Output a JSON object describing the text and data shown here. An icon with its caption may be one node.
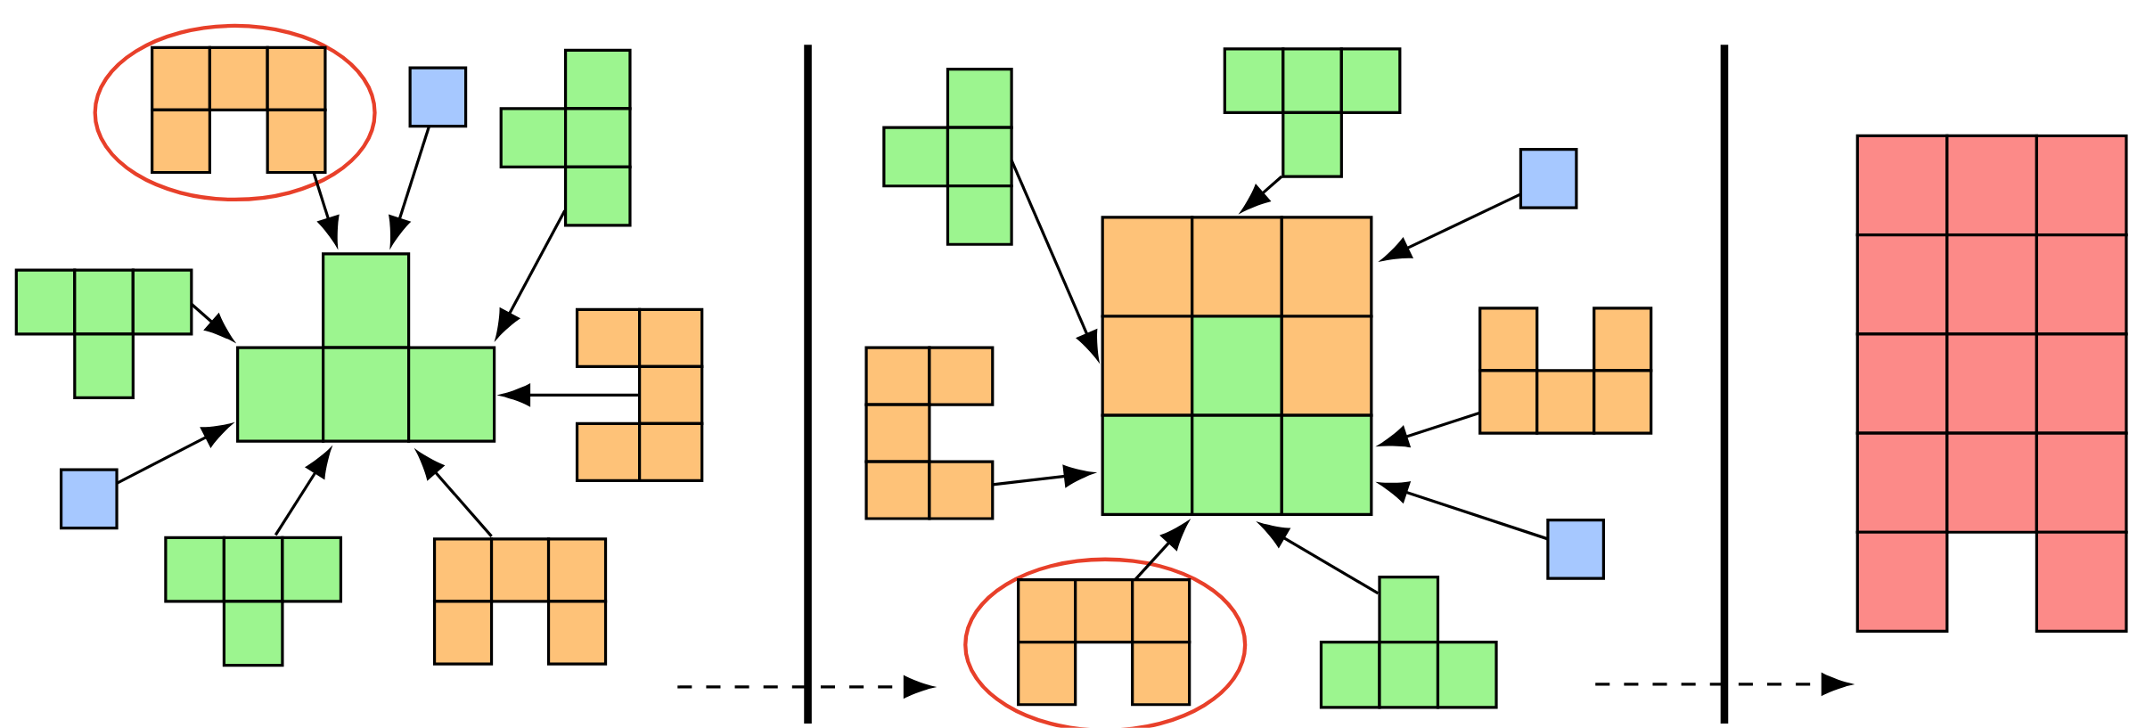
{
  "diagram": {
    "nodes": [
      {
        "text": [],
        "shape": "box"
      },
      {
        "text": [],
        "shape": "box"
      },
      {
        "text": [],
        "shape": "box"
      },
      {
        "text": [],
        "shape": "box"
      },
      {
        "text": [],
        "shape": "box"
      },
      {
        "text": [],
        "shape": "box"
      },
      {
        "text": [],
        "shape": "box"
      },
      {
        "text": [],
        "shape": "box"
      },
      {
        "text": [],
        "shape": "box"
      },
      {
        "text": [],
        "shape": "box"
      },
      {
        "text": [],
        "shape": "box"
      },
      {
        "text": [],
        "shape": "box"
      },
      {
        "text": [],
        "shape": "box"
      },
      {
        "text": [],
        "shape": "box"
      },
      {
        "text": [],
        "shape": "box"
      },
      {
        "text": [],
        "shape": "box"
      },
      {
        "text": [],
        "shape": "box"
      },
      {
        "text": [],
        "shape": "box"
      },
      {
        "text": [],
        "shape": "box"
      }
    ],
    "edges": [
      {
        "from": 1,
        "to": 0,
        "arrow": "to"
      },
      {
        "from": 2,
        "to": 0,
        "arrow": "to"
      },
      {
        "from": 3,
        "to": 0,
        "arrow": "to"
      },
      {
        "from": 4,
        "to": 0,
        "arrow": "to"
      },
      {
        "from": 5,
        "to": 0,
        "arrow": "to"
      },
      {
        "from": 6,
        "to": 0,
        "arrow": "to"
      },
      {
        "from": 7,
        "to": 0,
        "arrow": "to"
      },
      {
        "from": 8,
        "to": 0,
        "arrow": "to"
      },
      {
        "from": 9,
        "to": 12,
        "arrow": "to"
      },
      {
        "from": 10,
        "to": 12,
        "arrow": "to"
      },
      {
        "from": 11,
        "to": 12,
        "arrow": "to"
      },
      {
        "from": 13,
        "to": 12,
        "arrow": "to"
      },
      {
        "from": 14,
        "to": 12,
        "arrow": "to"
      },
      {
        "from": 15,
        "to": 12,
        "arrow": "to"
      },
      {
        "from": 16,
        "to": 12,
        "arrow": "to"
      },
      {
        "from": 17,
        "to": 12,
        "arrow": "to"
      }
    ]
  }
}
